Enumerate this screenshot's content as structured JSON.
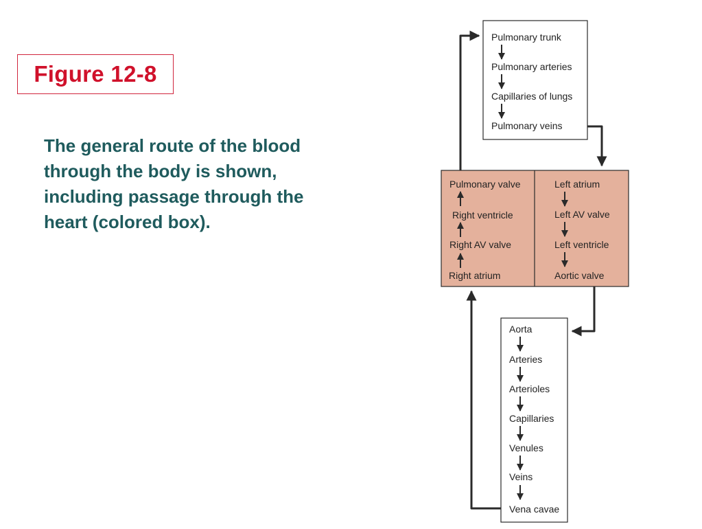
{
  "figure": {
    "title": "Figure 12-8",
    "caption_lines": [
      "The general route of the blood",
      "through the body is shown,",
      "including passage through the",
      "heart (colored box)."
    ]
  },
  "diagram": {
    "colors": {
      "heart_fill": "#e4b19c",
      "line": "#2a2a2a",
      "title": "#d0112b",
      "caption": "#1f5b5d"
    },
    "pulmonary_box": [
      "Pulmonary trunk",
      "Pulmonary arteries",
      "Capillaries of lungs",
      "Pulmonary veins"
    ],
    "heart_right_side": [
      "Pulmonary valve",
      "Right ventricle",
      "Right AV valve",
      "Right atrium"
    ],
    "heart_left_side": [
      "Left atrium",
      "Left AV valve",
      "Left ventricle",
      "Aortic valve"
    ],
    "systemic_box": [
      "Aorta",
      "Arteries",
      "Arterioles",
      "Capillaries",
      "Venules",
      "Veins",
      "Vena cavae"
    ]
  }
}
